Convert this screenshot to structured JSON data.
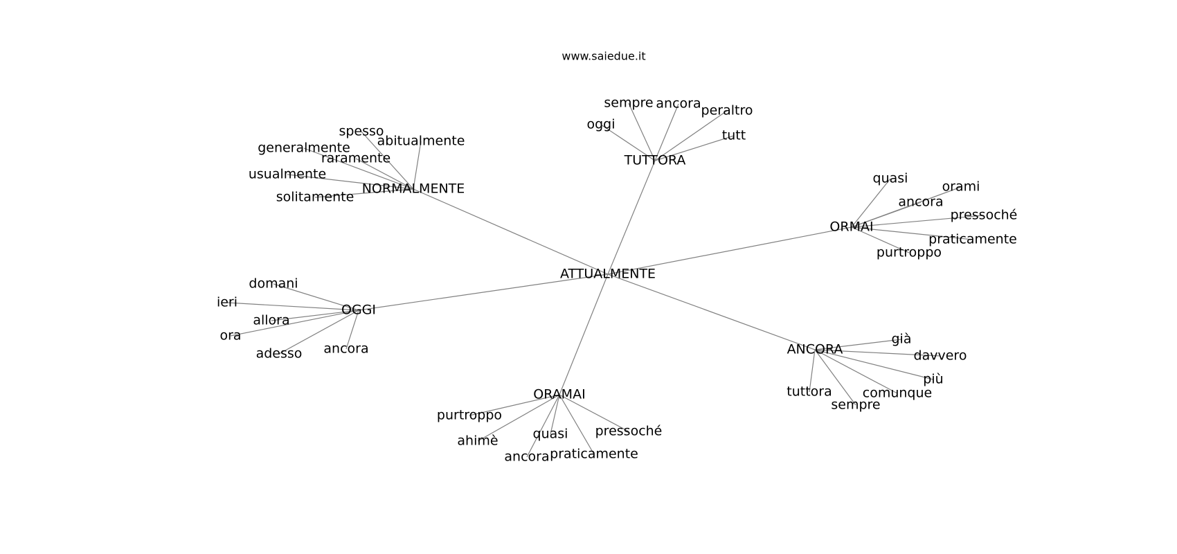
{
  "site_title": "www.saiedue.it",
  "edge_color": "#808080",
  "root": "ATTUALMENTE",
  "clusters": [
    {
      "hub": "NORMALMENTE",
      "leaves": [
        "spesso",
        "abitualmente",
        "generalmente",
        "raramente",
        "usualmente",
        "solitamente"
      ]
    },
    {
      "hub": "TUTTORA",
      "leaves": [
        "sempre",
        "ancora",
        "peraltro",
        "oggi",
        "tutt"
      ]
    },
    {
      "hub": "ORMAI",
      "leaves": [
        "quasi",
        "orami",
        "ancora",
        "pressoché",
        "praticamente",
        "purtroppo"
      ]
    },
    {
      "hub": "OGGI",
      "leaves": [
        "domani",
        "ieri",
        "allora",
        "ora",
        "adesso",
        "ancora"
      ]
    },
    {
      "hub": "ANCORA",
      "leaves": [
        "già",
        "davvero",
        "più",
        "comunque",
        "tuttora",
        "sempre"
      ]
    },
    {
      "hub": "ORAMAI",
      "leaves": [
        "purtroppo",
        "ahimè",
        "quasi",
        "pressoché",
        "ancora",
        "praticamente"
      ]
    }
  ]
}
